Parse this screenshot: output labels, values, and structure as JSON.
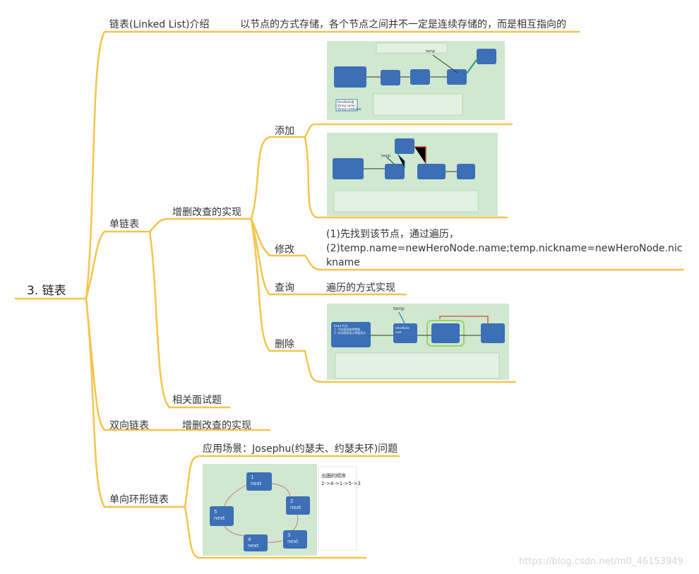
{
  "root": {
    "label": "3. 链表"
  },
  "branches": {
    "intro": {
      "label": "链表(Linked List)介绍",
      "desc": "以节点的方式存储，各个节点之间并不一定是连续存储的，而是相互指向的"
    },
    "single": {
      "label": "单链表",
      "crud": {
        "label": "增删改查的实现",
        "add": "添加",
        "modify": {
          "label": "修改",
          "desc_lines": [
            "(1)先找到该节点，通过遍历，",
            "(2)temp.name=newHeroNode.name;temp.nickname=newHeroNode.nic",
            "kname"
          ]
        },
        "query": {
          "label": "查询",
          "desc": "遍历的方式实现"
        },
        "delete": "删除"
      },
      "interview": "相关面试题"
    },
    "double": {
      "label": "双向链表",
      "child": "增删改查的实现"
    },
    "circular": {
      "label": "单向环形链表",
      "child": "应用场景：Josephu(约瑟夫、约瑟夫环)问题"
    }
  },
  "images": {
    "add1": {
      "temp": "temp",
      "box_lines": [
        "HeroNode类",
        "String name;",
        "String nickName;"
      ]
    },
    "add2": {
      "temp": "temp"
    },
    "delete": {
      "temp": "temp",
      "head_lines": [
        "head 节点",
        "1. 不存放具体的数据",
        "2. 作用就是表示单链表头"
      ],
      "node_title": "HeroNode",
      "next": "next"
    },
    "ring": {
      "nodes": [
        {
          "num": "1",
          "next": "next"
        },
        {
          "num": "2",
          "next": "next"
        },
        {
          "num": "3",
          "next": "next"
        },
        {
          "num": "4",
          "next": "next"
        },
        {
          "num": "5",
          "next": "next"
        }
      ],
      "title": "出圈的顺序",
      "order": "2->4->1->5->3"
    }
  },
  "watermark": "https://blog.csdn.net/m0_46153949",
  "colors": {
    "branch": "#f5c44a",
    "image_bg": "#cfe8cf",
    "node": "#3d6fb6",
    "highlight": "#d24a2a"
  }
}
